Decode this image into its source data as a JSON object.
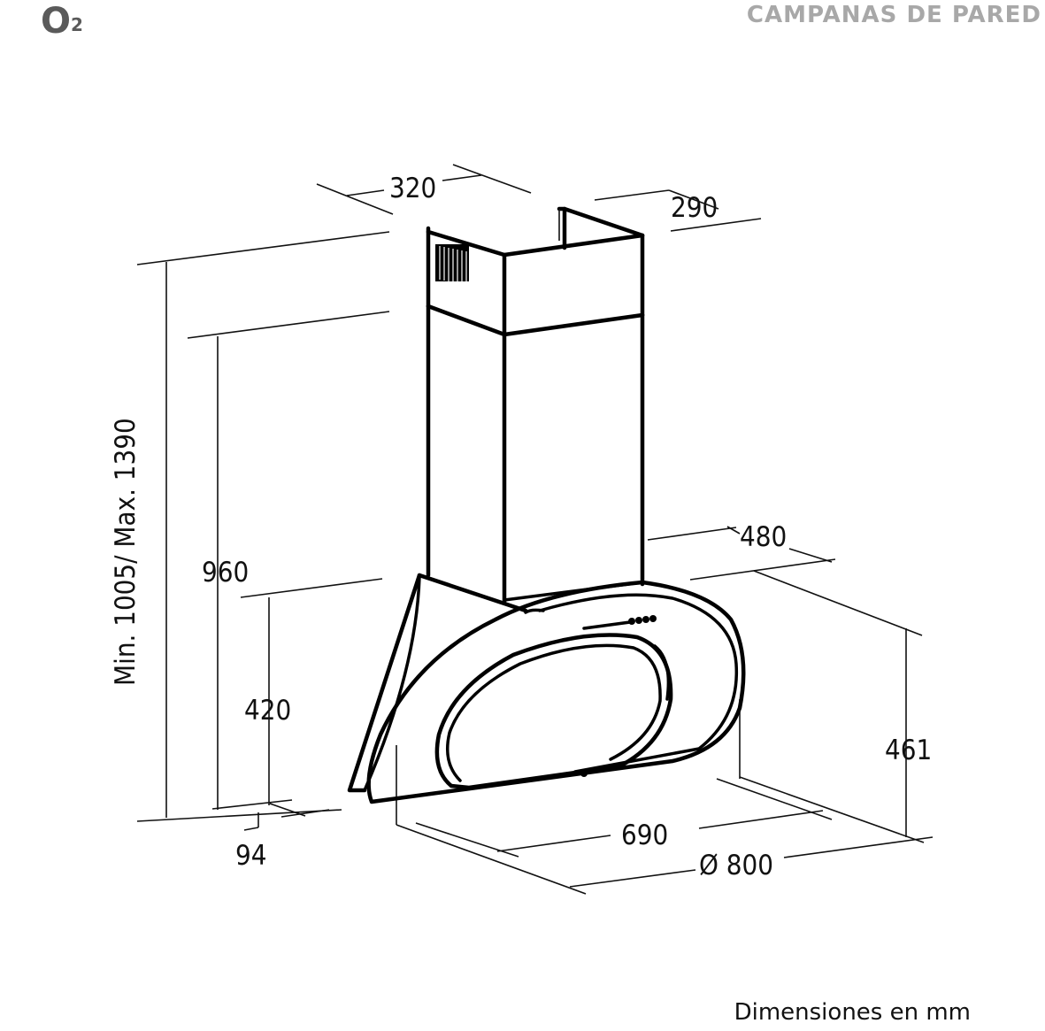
{
  "header": {
    "model": "O",
    "model_sup": "2",
    "category": "CAMPANAS DE PARED"
  },
  "dimensions": {
    "top_width": "320",
    "top_depth": "290",
    "total_height": "Min. 1005/ Max. 1390",
    "lower_height": "960",
    "hood_height": "420",
    "wall_offset": "94",
    "canopy_depth": "480",
    "front_height": "461",
    "inner_width": "690",
    "diameter": "Ø 800"
  },
  "footer": {
    "note": "Dimensiones en mm"
  }
}
